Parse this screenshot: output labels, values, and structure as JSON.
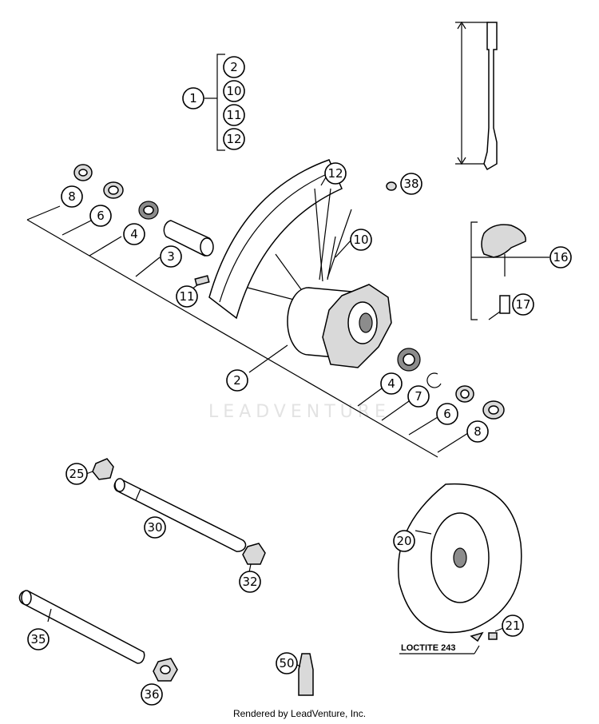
{
  "callouts": [
    {
      "id": "c1",
      "label": "1"
    },
    {
      "id": "c2a",
      "label": "2"
    },
    {
      "id": "c10a",
      "label": "10"
    },
    {
      "id": "c11a",
      "label": "11"
    },
    {
      "id": "c12a",
      "label": "12"
    },
    {
      "id": "c8a",
      "label": "8"
    },
    {
      "id": "c6a",
      "label": "6"
    },
    {
      "id": "c4a",
      "label": "4"
    },
    {
      "id": "c3",
      "label": "3"
    },
    {
      "id": "c11b",
      "label": "11"
    },
    {
      "id": "c12b",
      "label": "12"
    },
    {
      "id": "c10b",
      "label": "10"
    },
    {
      "id": "c38",
      "label": "38"
    },
    {
      "id": "c16",
      "label": "16"
    },
    {
      "id": "c17",
      "label": "17"
    },
    {
      "id": "c2b",
      "label": "2"
    },
    {
      "id": "c4b",
      "label": "4"
    },
    {
      "id": "c7",
      "label": "7"
    },
    {
      "id": "c6b",
      "label": "6"
    },
    {
      "id": "c8b",
      "label": "8"
    },
    {
      "id": "c25",
      "label": "25"
    },
    {
      "id": "c30",
      "label": "30"
    },
    {
      "id": "c32",
      "label": "32"
    },
    {
      "id": "c20",
      "label": "20"
    },
    {
      "id": "c21",
      "label": "21"
    },
    {
      "id": "c35",
      "label": "35"
    },
    {
      "id": "c36",
      "label": "36"
    },
    {
      "id": "c50",
      "label": "50"
    }
  ],
  "loctite_label": "LOCTITE 243",
  "watermark": "LEADVENTURE",
  "footer": "Rendered by LeadVenture, Inc."
}
